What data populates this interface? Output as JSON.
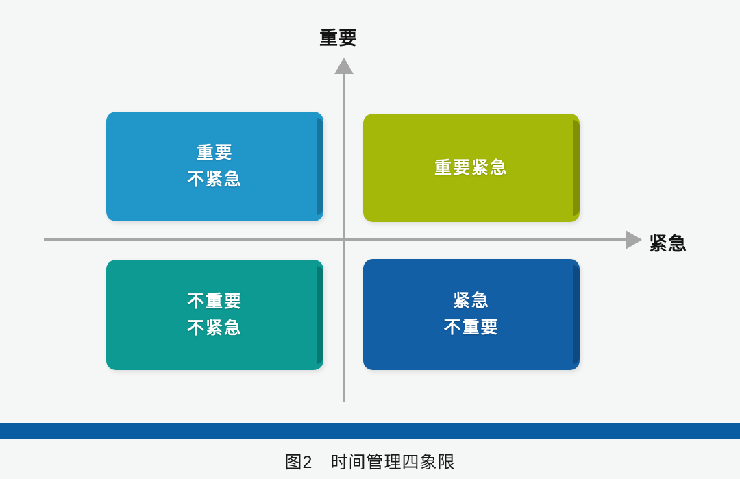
{
  "figure": {
    "background_color": "#f5f6f6",
    "axes": {
      "y_label": "重要",
      "x_label": "紧急",
      "line_color": "#a6a6a6"
    },
    "quadrants": [
      {
        "name": "important-not-urgent",
        "lines": [
          "重要",
          "不紧急"
        ],
        "color": "#2196c9",
        "position": "top-left"
      },
      {
        "name": "important-urgent",
        "lines": [
          "重要紧急"
        ],
        "color": "#a3b808",
        "position": "top-right"
      },
      {
        "name": "not-important-not-urgent",
        "lines": [
          "不重要",
          "不紧急"
        ],
        "color": "#0d9a92",
        "position": "bottom-left"
      },
      {
        "name": "urgent-not-important",
        "lines": [
          "紧急",
          "不重要"
        ],
        "color": "#125fa6",
        "position": "bottom-right"
      }
    ],
    "rule_bar_color": "#0a5ca2",
    "caption": "图2　时间管理四象限"
  }
}
